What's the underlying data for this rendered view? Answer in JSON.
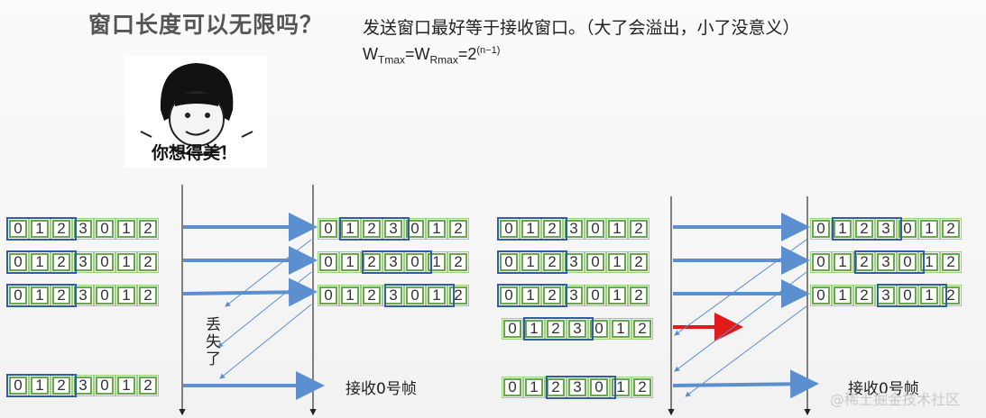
{
  "title": "窗口长度可以无限吗？",
  "subtitle": "发送窗口最好等于接收窗口。（大了会溢出，小了没意义）",
  "formula": {
    "w": "W",
    "t_sub": "Tmax",
    "eq1": "=W",
    "r_sub": "Rmax",
    "eq2": "=2",
    "exp": "(n−1)"
  },
  "meme_caption": "你想得美！",
  "seq_values": [
    "0",
    "1",
    "2",
    "3",
    "0",
    "1",
    "2"
  ],
  "lost_label": [
    "丢",
    "失",
    "了"
  ],
  "receive_label_left": "接收0号帧",
  "receive_label_right": "接收0号帧",
  "watermark": "@稀土掘金技术社区",
  "colors": {
    "arrow": "#5b8fd0",
    "red_arrow": "#e41a1a",
    "cell": "#6aa84f",
    "window": "#2e5fa3"
  }
}
